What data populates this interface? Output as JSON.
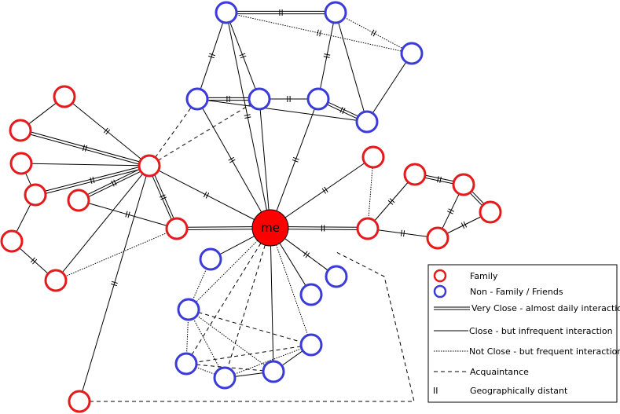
{
  "center": {
    "label": "me",
    "color": "#ff0000"
  },
  "colors": {
    "family": "#e41a1c",
    "friend": "#3b3bd9",
    "line": "#000000",
    "fill": "#ffffff"
  },
  "legend": {
    "family": "Family",
    "friends": "Non - Family / Friends",
    "very_close": "Very Close - almost daily interaction",
    "close": "Close - but infrequent  interaction",
    "not_close": "Not Close - but frequent interaction",
    "acquaintance": "Acquaintance",
    "distant_symbol": "II",
    "distant": "Geographically distant"
  }
}
